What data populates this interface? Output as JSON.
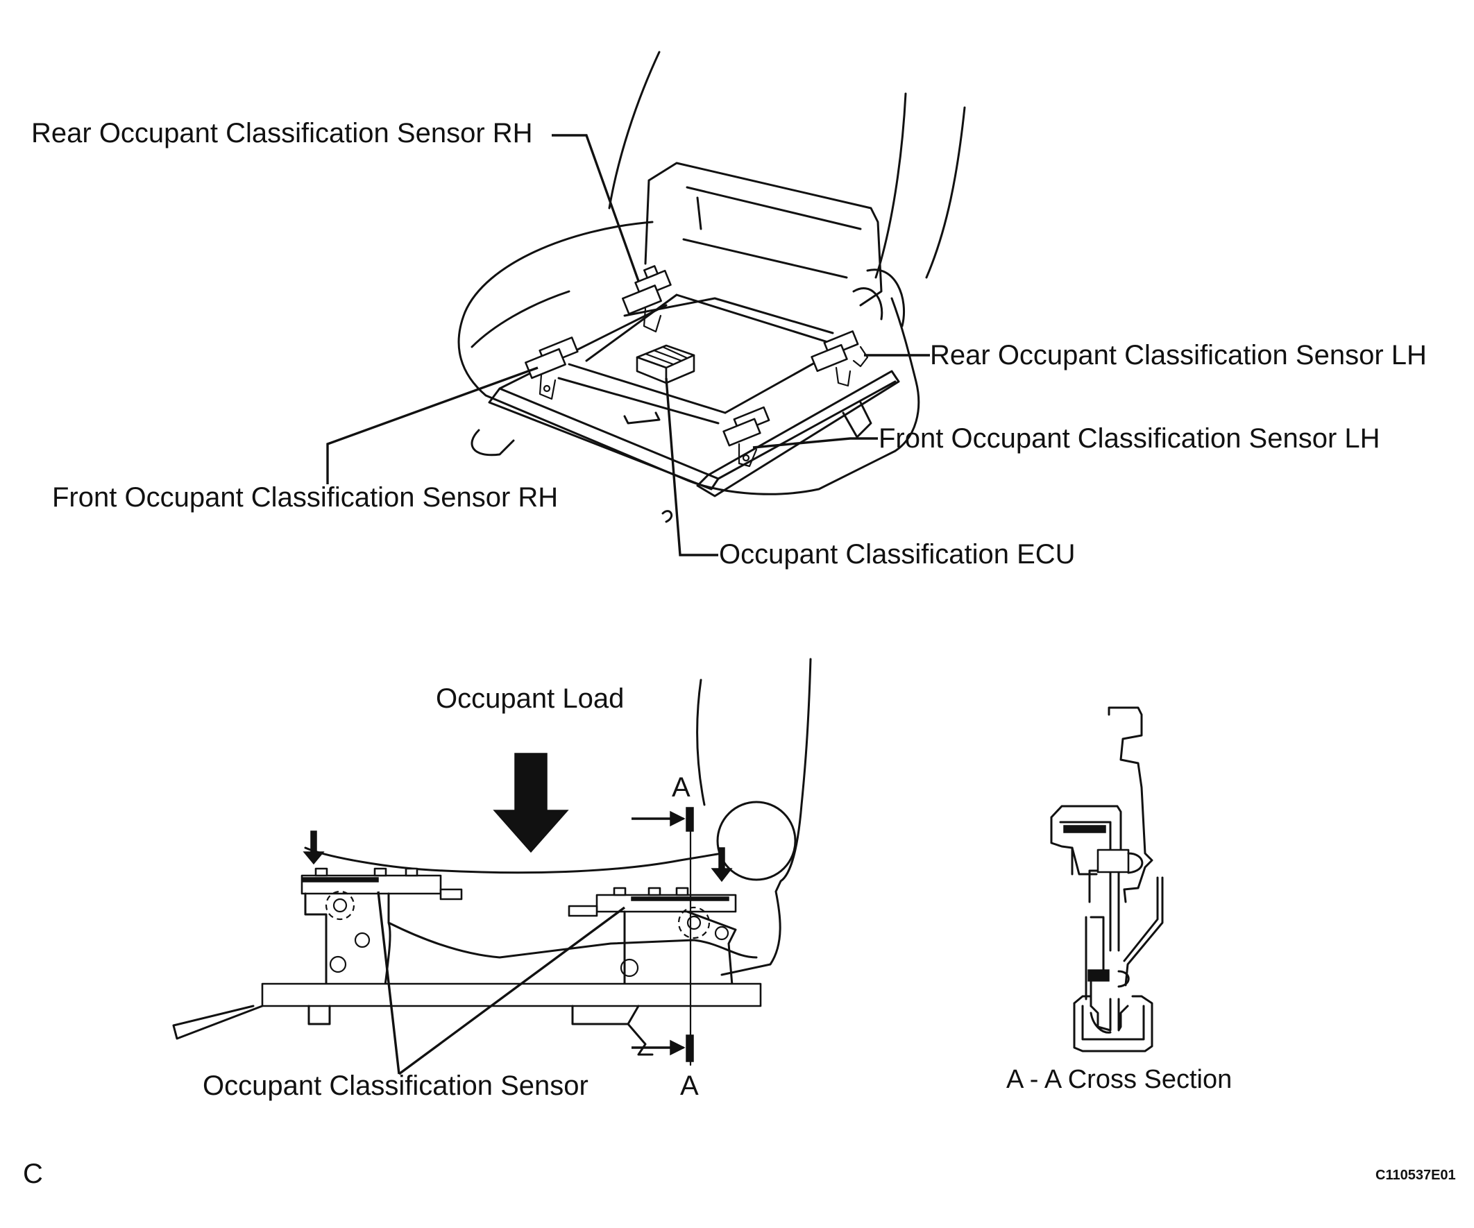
{
  "labels": {
    "rear_sensor_rh": "Rear Occupant Classification Sensor RH",
    "rear_sensor_lh": "Rear Occupant Classification Sensor LH",
    "front_sensor_lh": "Front Occupant Classification Sensor LH",
    "front_sensor_rh": "Front Occupant Classification Sensor RH",
    "ecu": "Occupant Classification ECU",
    "occupant_load": "Occupant Load",
    "section_mark_top": "A",
    "section_mark_bottom": "A",
    "occupant_sensor": "Occupant Classification Sensor",
    "cross_section": "A - A Cross Section",
    "corner_letter": "C",
    "figure_code": "C110537E01"
  },
  "colors": {
    "line": "#111111",
    "background": "#ffffff"
  }
}
